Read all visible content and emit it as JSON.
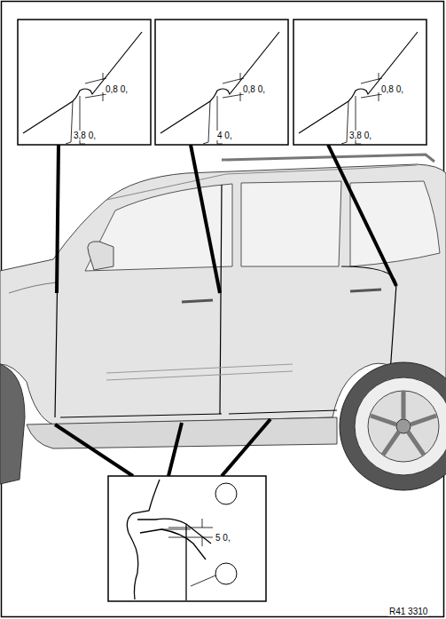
{
  "diagram": {
    "labels": [
      "0,8 0,",
      "3,8 0,",
      "0,8 0,",
      "4 0,",
      "0,8 0,",
      "3,8 0,",
      "5 0,",
      "R41 3310"
    ]
  }
}
